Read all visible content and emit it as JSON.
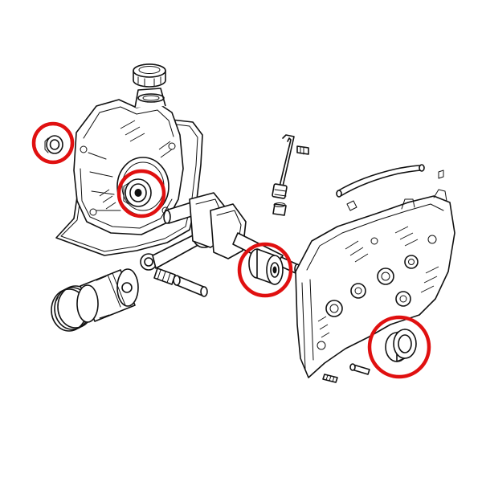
{
  "diagram": {
    "type": "exploded-view-illustration",
    "parts": [
      "filler-cap",
      "crankcase-half-left",
      "crankcase-gasket",
      "seal-left-outer",
      "main-bearing-left",
      "oil-pipe",
      "banjo-bolt",
      "oil-hose",
      "crankshaft",
      "connecting-rod",
      "small-end-bearing",
      "piston",
      "piston-rings",
      "gudgeon-pin",
      "main-bearing-right",
      "crankcase-half-right",
      "seal-right",
      "case-bolt"
    ],
    "highlight_color": "#e01010",
    "highlights": [
      {
        "target": "seal-left-outer"
      },
      {
        "target": "main-bearing-left"
      },
      {
        "target": "main-bearing-right"
      },
      {
        "target": "seal-right"
      }
    ]
  }
}
